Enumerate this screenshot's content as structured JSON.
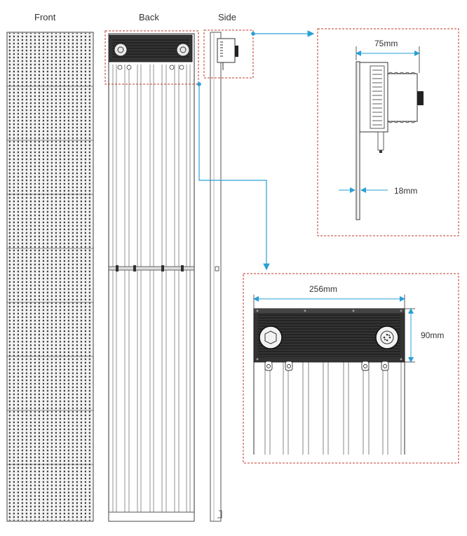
{
  "views": {
    "front": "Front",
    "back": "Back",
    "side": "Side"
  },
  "dimensions": {
    "side_depth": "75mm",
    "panel_thickness": "18mm",
    "box_width": "256mm",
    "box_height": "90mm"
  },
  "colors": {
    "line": "#3a3a3a",
    "frame": "#555555",
    "dashed_box": "#c0392b",
    "leader": "#2a9fd6",
    "dark_box": "#333333"
  }
}
